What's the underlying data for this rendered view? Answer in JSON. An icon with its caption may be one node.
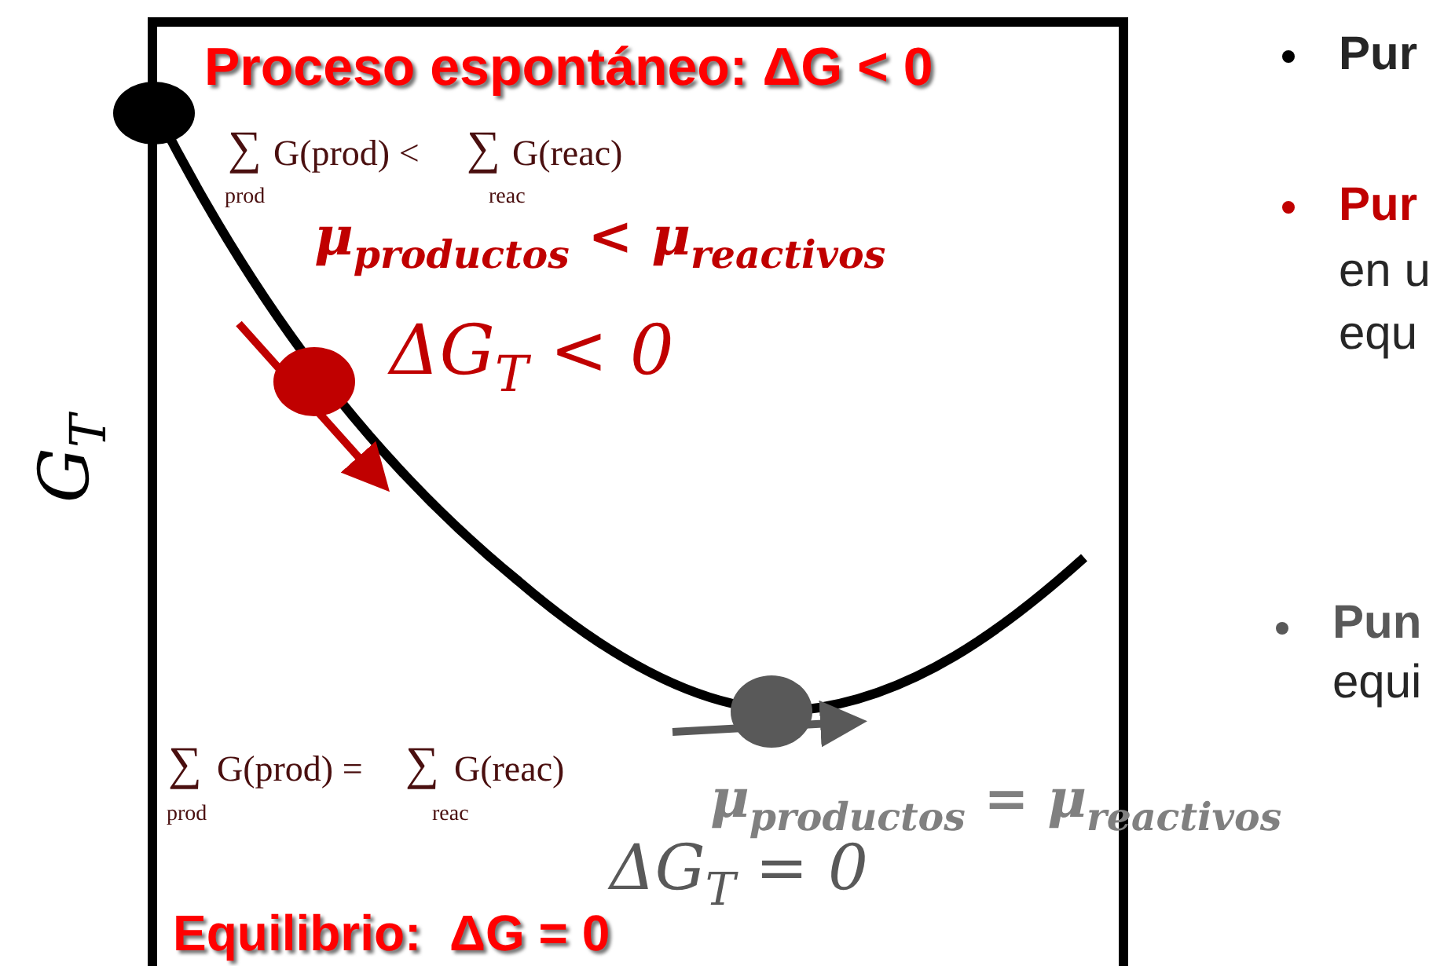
{
  "diagram": {
    "labels": [
      "Proceso espontáneo: ΔG < 0",
      "Pur",
      "∑",
      "G(prod) <",
      "∑",
      "G(reac)",
      "prod",
      "reac",
      "Pur",
      "μ$_{productos}$ < μ$_{reactivos}$",
      "en u",
      "ΔG$_{T}$ < 0",
      "equ",
      "G$_{T}$",
      "Pun",
      "equi",
      "∑",
      "G(prod) =",
      "∑",
      "G(reac)",
      "μ$_{productos}$ = μ$_{reactivos}$",
      "prod",
      "reac",
      "ΔG$_{T}$ = 0",
      "Equilibrio:  ΔG = 0"
    ]
  }
}
